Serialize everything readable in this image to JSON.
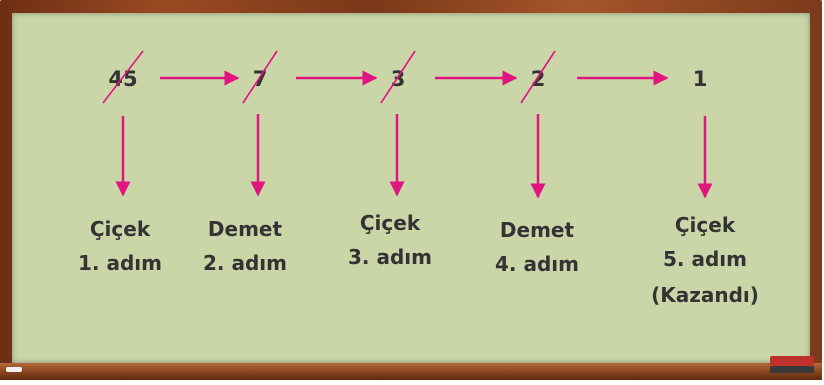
{
  "steps": [
    {
      "number": "45",
      "crossed": true,
      "name": "Çiçek",
      "step": "1. adım",
      "note": ""
    },
    {
      "number": "7",
      "crossed": true,
      "name": "Demet",
      "step": "2. adım",
      "note": ""
    },
    {
      "number": "3",
      "crossed": true,
      "name": "Çiçek",
      "step": "3. adım",
      "note": ""
    },
    {
      "number": "2",
      "crossed": true,
      "name": "Demet",
      "step": "4. adım",
      "note": ""
    },
    {
      "number": "1",
      "crossed": false,
      "name": "Çiçek",
      "step": "5. adım",
      "note": "(Kazandı)"
    }
  ],
  "colors": {
    "arrow": "#e0157f",
    "board": "#cad6a8",
    "frame": "#8b4620",
    "text": "#333333"
  }
}
